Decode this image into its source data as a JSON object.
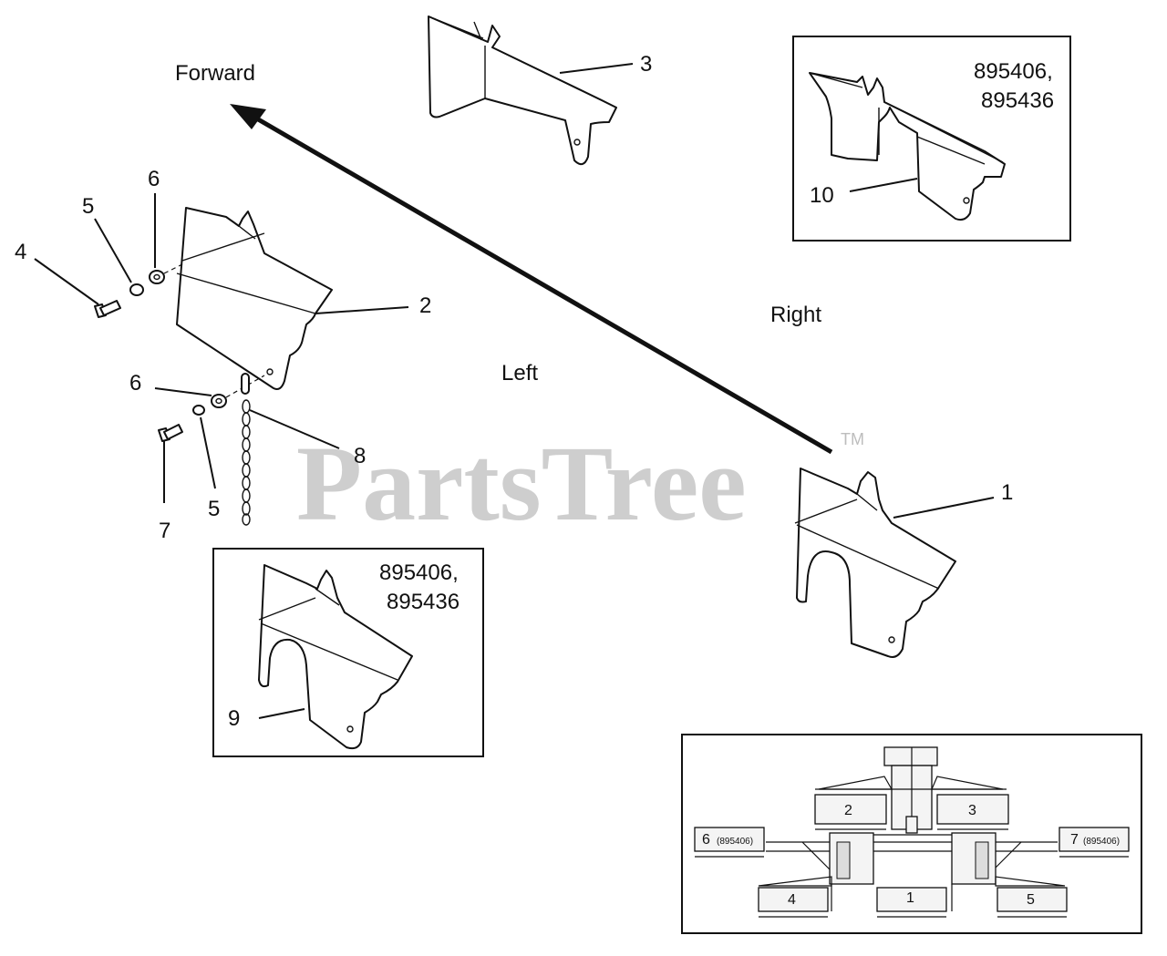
{
  "directions": {
    "forward": "Forward",
    "left": "Left",
    "right": "Right"
  },
  "callouts": {
    "c1": "1",
    "c2": "2",
    "c3": "3",
    "c4": "4",
    "c5a": "5",
    "c5b": "5",
    "c6a": "6",
    "c6b": "6",
    "c7": "7",
    "c8": "8",
    "c9": "9",
    "c10": "10"
  },
  "insets": {
    "upper_right": {
      "models_line1": "895406,",
      "models_line2": "895436"
    },
    "lower_left": {
      "models_line1": "895406,",
      "models_line2": "895436"
    }
  },
  "watermark": {
    "brand": "PartsTree",
    "tm": "TM"
  },
  "overview": {
    "deck_labels": {
      "d1": "1",
      "d2": "2",
      "d3": "3",
      "d4": "4",
      "d5": "5",
      "d6": "6",
      "d6_model": "(895406)",
      "d7": "7",
      "d7_model": "(895406)"
    }
  }
}
